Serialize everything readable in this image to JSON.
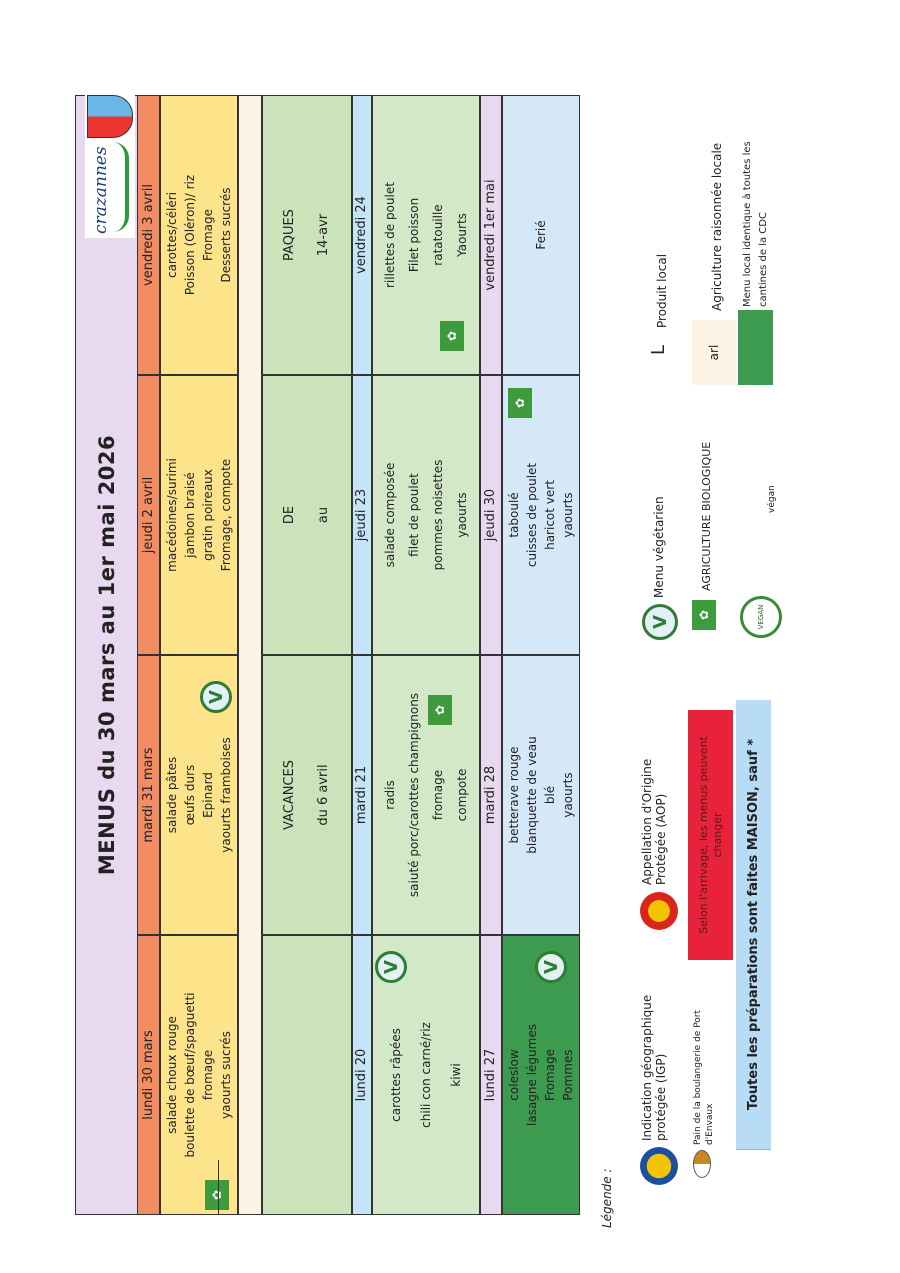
{
  "title": "MENUS du 30 mars au 1er mai 2026",
  "logo_text": "crazannes",
  "colors": {
    "orange": "#f28c63",
    "yellow": "#fde38a",
    "cream": "#fdf4e6",
    "green": "#cbe3bb",
    "blue": "#c6e4f7",
    "purple": "#e8d8f0",
    "lightblue": "#d4e8f7",
    "darkgreen": "#3d9b50",
    "red": "#e8223a"
  },
  "weeks": [
    {
      "headers": [
        "lundi  30 mars",
        "mardi  31 mars",
        "jeudi  2 avril",
        "vendredi  3 avril"
      ],
      "days": [
        [
          "salade choux rouge",
          "boulette de bœuf/spaguetti",
          "fromage",
          "yaourts sucrés"
        ],
        [
          "salade pâtes",
          "œufs durs",
          "Epinard",
          "yaourts framboises"
        ],
        [
          "macédoines/surimi",
          "jambon braisé",
          "gratin poireaux",
          "Fromage, compote"
        ],
        [
          "carottes/céléri",
          "Poisson (Oléron)/ riz",
          "Fromage",
          "Desserts sucrés"
        ]
      ]
    },
    {
      "headers": [],
      "days": [
        [],
        [
          "VACANCES",
          "du 6 avril"
        ],
        [
          "DE",
          "au"
        ],
        [
          "PAQUES",
          "14-avr"
        ]
      ]
    },
    {
      "headers": [
        "lundi  20",
        "mardi  21",
        "jeudi  23",
        "vendredi  24"
      ],
      "days": [
        [
          "carottes râpées",
          "chili con carné/riz",
          "kiwi"
        ],
        [
          "radis",
          "saiuté porc/carottes champignons",
          "fromage",
          "compote"
        ],
        [
          "salade composée",
          "filet de poulet",
          "pommes noisettes",
          "yaourts"
        ],
        [
          "rillettes de poulet",
          "Filet poisson",
          "ratatouille",
          "Yaourts"
        ]
      ]
    },
    {
      "headers": [
        "lundi  27",
        "mardi  28",
        "jeudi  30",
        "vendredi  1er mai"
      ],
      "days": [
        [
          "coleslow",
          "lasagne légumes",
          "Fromage",
          "Pommes"
        ],
        [
          "betterave rouge",
          "blanquette de veau",
          "blé",
          "yaourts"
        ],
        [
          "taboulé",
          "cuisses de poulet",
          "haricot vert",
          "yaourts"
        ],
        [
          "Ferié"
        ]
      ]
    }
  ],
  "legend": {
    "title": "Légende :",
    "igp": "Indication géographique protégée (IGP)",
    "aop": "Appellation d'Origine Protégée (AOP)",
    "vegetarien": "Menu végétarien",
    "local_mark": "L",
    "local": "Produit local",
    "pain": "Pain de la boulangerie de Port d'Envaux",
    "arrivage": "Selon l'arrivage, les menus peuvent changer",
    "bio": "AGRICULTURE BIOLOGIQUE",
    "arl_mark": "arl",
    "arl": "Agriculture raisonnée locale",
    "maison": "Toutes les préparations sont faites MAISON, sauf *",
    "vegan_logo": "VEGAN",
    "vegan": "végan",
    "cdc": "Menu local identique à toutes les cantines de la CDC"
  }
}
